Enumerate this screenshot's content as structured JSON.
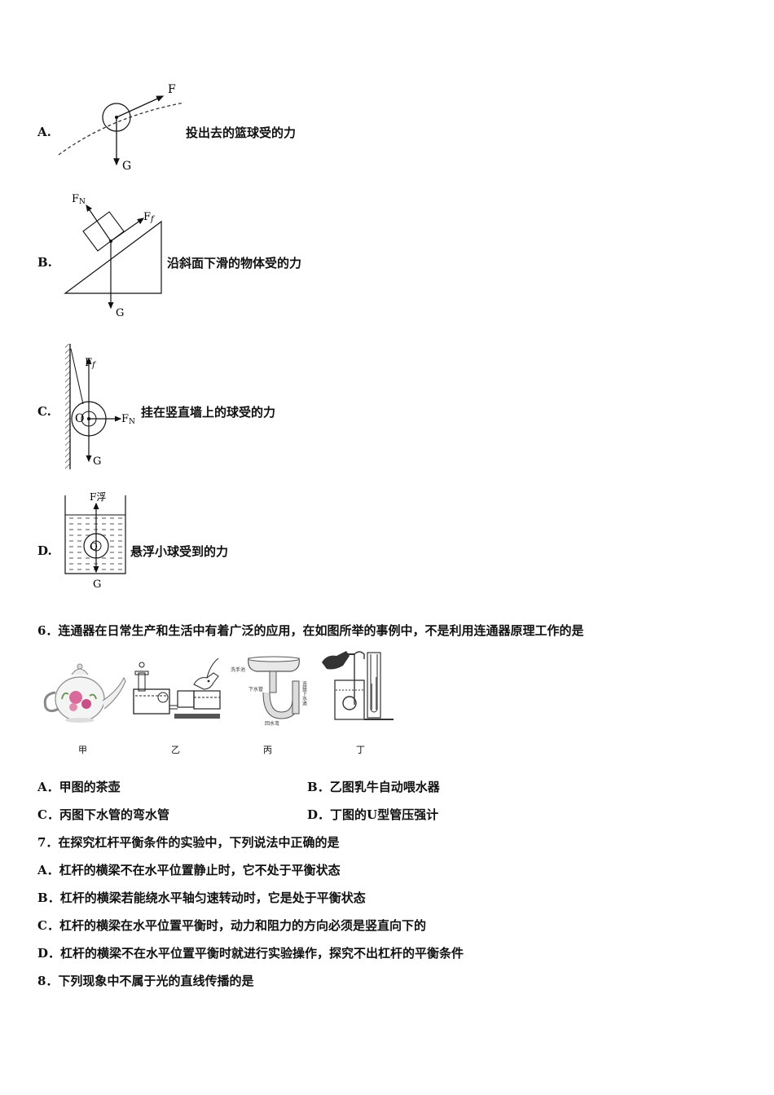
{
  "q5_options": [
    {
      "letter": "A.",
      "caption": "投出去的篮球受的力",
      "labels": {
        "force": "F",
        "gravity": "G"
      }
    },
    {
      "letter": "B.",
      "caption": "沿斜面下滑的物体受的力",
      "labels": {
        "normal": "F",
        "normal_sub": "N",
        "friction": "F",
        "friction_sub": "f",
        "gravity": "G"
      }
    },
    {
      "letter": "C.",
      "caption": "挂在竖直墙上的球受的力",
      "labels": {
        "friction": "F",
        "friction_sub": "f",
        "normal": "F",
        "normal_sub": "N",
        "center": "O",
        "gravity": "G"
      }
    },
    {
      "letter": "D.",
      "caption": "悬浮小球受到的力",
      "labels": {
        "buoyancy": "F浮",
        "center": "O",
        "gravity": "G"
      }
    }
  ],
  "q6": {
    "stem": "6．连通器在日常生产和生活中有着广泛的应用，在如图所举的事例中，不是利用连通器原理工作的是",
    "figure_labels": [
      "甲",
      "乙",
      "丙",
      "丁"
    ],
    "sink_labels": {
      "basin": "洗手池",
      "pipe": "下水管",
      "trap": "回水弯",
      "sewer": "连接下水道"
    },
    "options": [
      {
        "letter": "A",
        "text": "．甲图的茶壶"
      },
      {
        "letter": "B",
        "text": "．乙图乳牛自动喂水器"
      },
      {
        "letter": "C",
        "text": "．丙图下水管的弯水管"
      },
      {
        "letter": "D",
        "text": "．丁图的U型管压强计"
      }
    ]
  },
  "q7": {
    "stem": "7．在探究杠杆平衡条件的实验中，下列说法中正确的是",
    "options": [
      {
        "letter": "A",
        "text": "．杠杆的横梁不在水平位置静止时，它不处于平衡状态"
      },
      {
        "letter": "B",
        "text": "．杠杆的横梁若能绕水平轴匀速转动时，它是处于平衡状态"
      },
      {
        "letter": "C",
        "text": "．杠杆的横梁在水平位置平衡时，动力和阻力的方向必须是竖直向下的"
      },
      {
        "letter": "D",
        "text": "．杠杆的横梁不在水平位置平衡时就进行实验操作，探究不出杠杆的平衡条件"
      }
    ]
  },
  "q8": {
    "stem": "8．下列现象中不属于光的直线传播的是"
  }
}
